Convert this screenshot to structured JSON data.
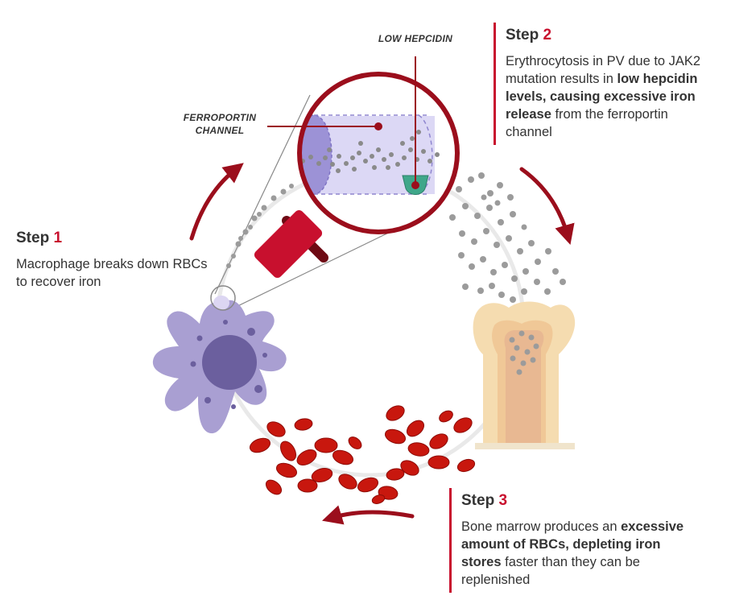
{
  "labels": {
    "low_hepcidin": "LOW HEPCIDIN",
    "ferroportin_line1": "FERROPORTIN",
    "ferroportin_line2": "CHANNEL"
  },
  "steps": [
    {
      "prefix": "Step ",
      "number": "1",
      "body": [
        {
          "text": "Macrophage breaks down RBCs to recover iron",
          "bold": false
        }
      ]
    },
    {
      "prefix": "Step ",
      "number": "2",
      "body": [
        {
          "text": "Erythrocytosis in PV due to JAK2 mutation results in ",
          "bold": false
        },
        {
          "text": "low hepcidin levels, causing excessive iron release",
          "bold": true
        },
        {
          "text": " from the ferroportin channel",
          "bold": false
        }
      ]
    },
    {
      "prefix": "Step ",
      "number": "3",
      "body": [
        {
          "text": "Bone marrow produces an ",
          "bold": false
        },
        {
          "text": "excessive amount of RBCs, depleting iron stores",
          "bold": true
        },
        {
          "text": " faster than they can be replenished",
          "bold": false
        }
      ]
    }
  ],
  "colors": {
    "accent": "#c8102e",
    "arrow": "#9b0e1c",
    "macrophage": "#a99fd2",
    "nucleus": "#6b5f9e",
    "channel": "#c9c3ea",
    "iron": "#9b9b9b",
    "rbc": "#c8170e",
    "bone_outer": "#f5dcb0",
    "bone_inner": "#e8b892"
  }
}
